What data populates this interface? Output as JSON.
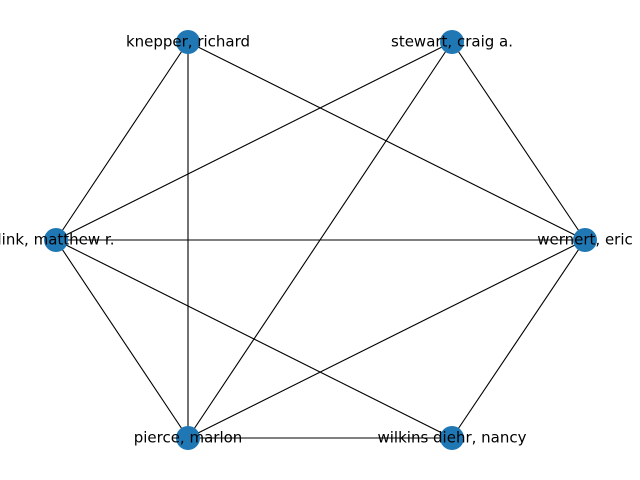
{
  "graph": {
    "node_color": "#1f77b4",
    "edge_color": "#000000",
    "nodes": [
      {
        "id": "knepper",
        "label": "knepper, richard"
      },
      {
        "id": "stewart",
        "label": "stewart, craig a."
      },
      {
        "id": "wernert",
        "label": "wernert, eric"
      },
      {
        "id": "wilkins",
        "label": "wilkins diehr, nancy"
      },
      {
        "id": "pierce",
        "label": "pierce, marlon"
      },
      {
        "id": "link",
        "label": "link, matthew r."
      }
    ],
    "edges": [
      [
        "knepper",
        "link"
      ],
      [
        "knepper",
        "pierce"
      ],
      [
        "knepper",
        "wernert"
      ],
      [
        "stewart",
        "link"
      ],
      [
        "stewart",
        "pierce"
      ],
      [
        "stewart",
        "wernert"
      ],
      [
        "link",
        "wernert"
      ],
      [
        "link",
        "pierce"
      ],
      [
        "link",
        "wilkins"
      ],
      [
        "wernert",
        "pierce"
      ],
      [
        "wernert",
        "wilkins"
      ],
      [
        "pierce",
        "wilkins"
      ]
    ]
  }
}
